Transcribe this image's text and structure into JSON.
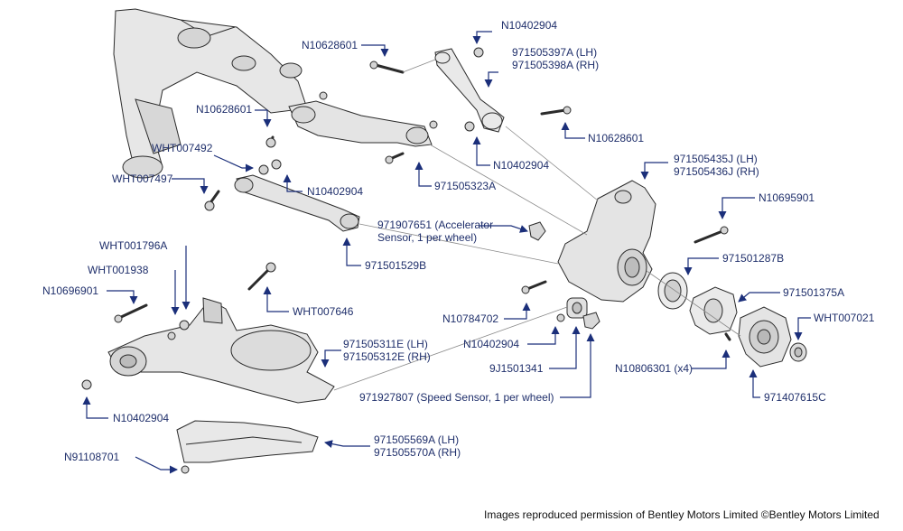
{
  "diagram": {
    "labels": [
      {
        "id": "n10402904-top",
        "lines": [
          "N10402904"
        ]
      },
      {
        "id": "n10628601-top",
        "lines": [
          "N10628601"
        ]
      },
      {
        "id": "arm-upper-lh-rh",
        "lines": [
          "971505397A (LH)",
          "971505398A (RH)"
        ]
      },
      {
        "id": "n10628601-left",
        "lines": [
          "N10628601"
        ]
      },
      {
        "id": "n10628601-right",
        "lines": [
          "N10628601"
        ]
      },
      {
        "id": "wht007492",
        "lines": [
          "WHT007492"
        ]
      },
      {
        "id": "n10402904-mid-right",
        "lines": [
          "N10402904"
        ]
      },
      {
        "id": "wht007497",
        "lines": [
          "WHT007497"
        ]
      },
      {
        "id": "n10402904-mid-left",
        "lines": [
          "N10402904"
        ]
      },
      {
        "id": "p971505323a",
        "lines": [
          "971505323A"
        ]
      },
      {
        "id": "knuckle-lh-rh",
        "lines": [
          "971505435J (LH)",
          "971505436J (RH)"
        ]
      },
      {
        "id": "n10695901",
        "lines": [
          "N10695901"
        ]
      },
      {
        "id": "accelerator-sensor",
        "lines": [
          "971907651 (Accelerator",
          "Sensor, 1 per wheel)"
        ]
      },
      {
        "id": "p971501529b",
        "lines": [
          "971501529B"
        ]
      },
      {
        "id": "p971501287b",
        "lines": [
          "971501287B"
        ]
      },
      {
        "id": "wht001796a",
        "lines": [
          "WHT001796A"
        ]
      },
      {
        "id": "wht001938",
        "lines": [
          "WHT001938"
        ]
      },
      {
        "id": "p971501375a",
        "lines": [
          "971501375A"
        ]
      },
      {
        "id": "n10696901",
        "lines": [
          "N10696901"
        ]
      },
      {
        "id": "wht007646",
        "lines": [
          "WHT007646"
        ]
      },
      {
        "id": "n10784702",
        "lines": [
          "N10784702"
        ]
      },
      {
        "id": "wht007021",
        "lines": [
          "WHT007021"
        ]
      },
      {
        "id": "n10402904-center",
        "lines": [
          "N10402904"
        ]
      },
      {
        "id": "lower-arm-lh-rh",
        "lines": [
          "971505311E (LH)",
          "971505312E (RH)"
        ]
      },
      {
        "id": "n10806301",
        "lines": [
          "N10806301 (x4)"
        ]
      },
      {
        "id": "p9j1501341",
        "lines": [
          "9J1501341"
        ]
      },
      {
        "id": "speed-sensor",
        "lines": [
          "971927807 (Speed Sensor, 1 per wheel)"
        ]
      },
      {
        "id": "p971407615c",
        "lines": [
          "971407615C"
        ]
      },
      {
        "id": "n10402904-bottom",
        "lines": [
          "N10402904"
        ]
      },
      {
        "id": "shield-lh-rh",
        "lines": [
          "971505569A (LH)",
          "971505570A (RH)"
        ]
      },
      {
        "id": "n91108701",
        "lines": [
          "N91108701"
        ]
      }
    ],
    "credit": "Images reproduced permission of Bentley Motors Limited ©Bentley Motors Limited",
    "colors": {
      "label": "#1f2f6b",
      "arrow": "#1b2f7a",
      "outline": "#2b2b2b",
      "part_fill": "#e7e7e7",
      "background": "#ffffff"
    }
  }
}
